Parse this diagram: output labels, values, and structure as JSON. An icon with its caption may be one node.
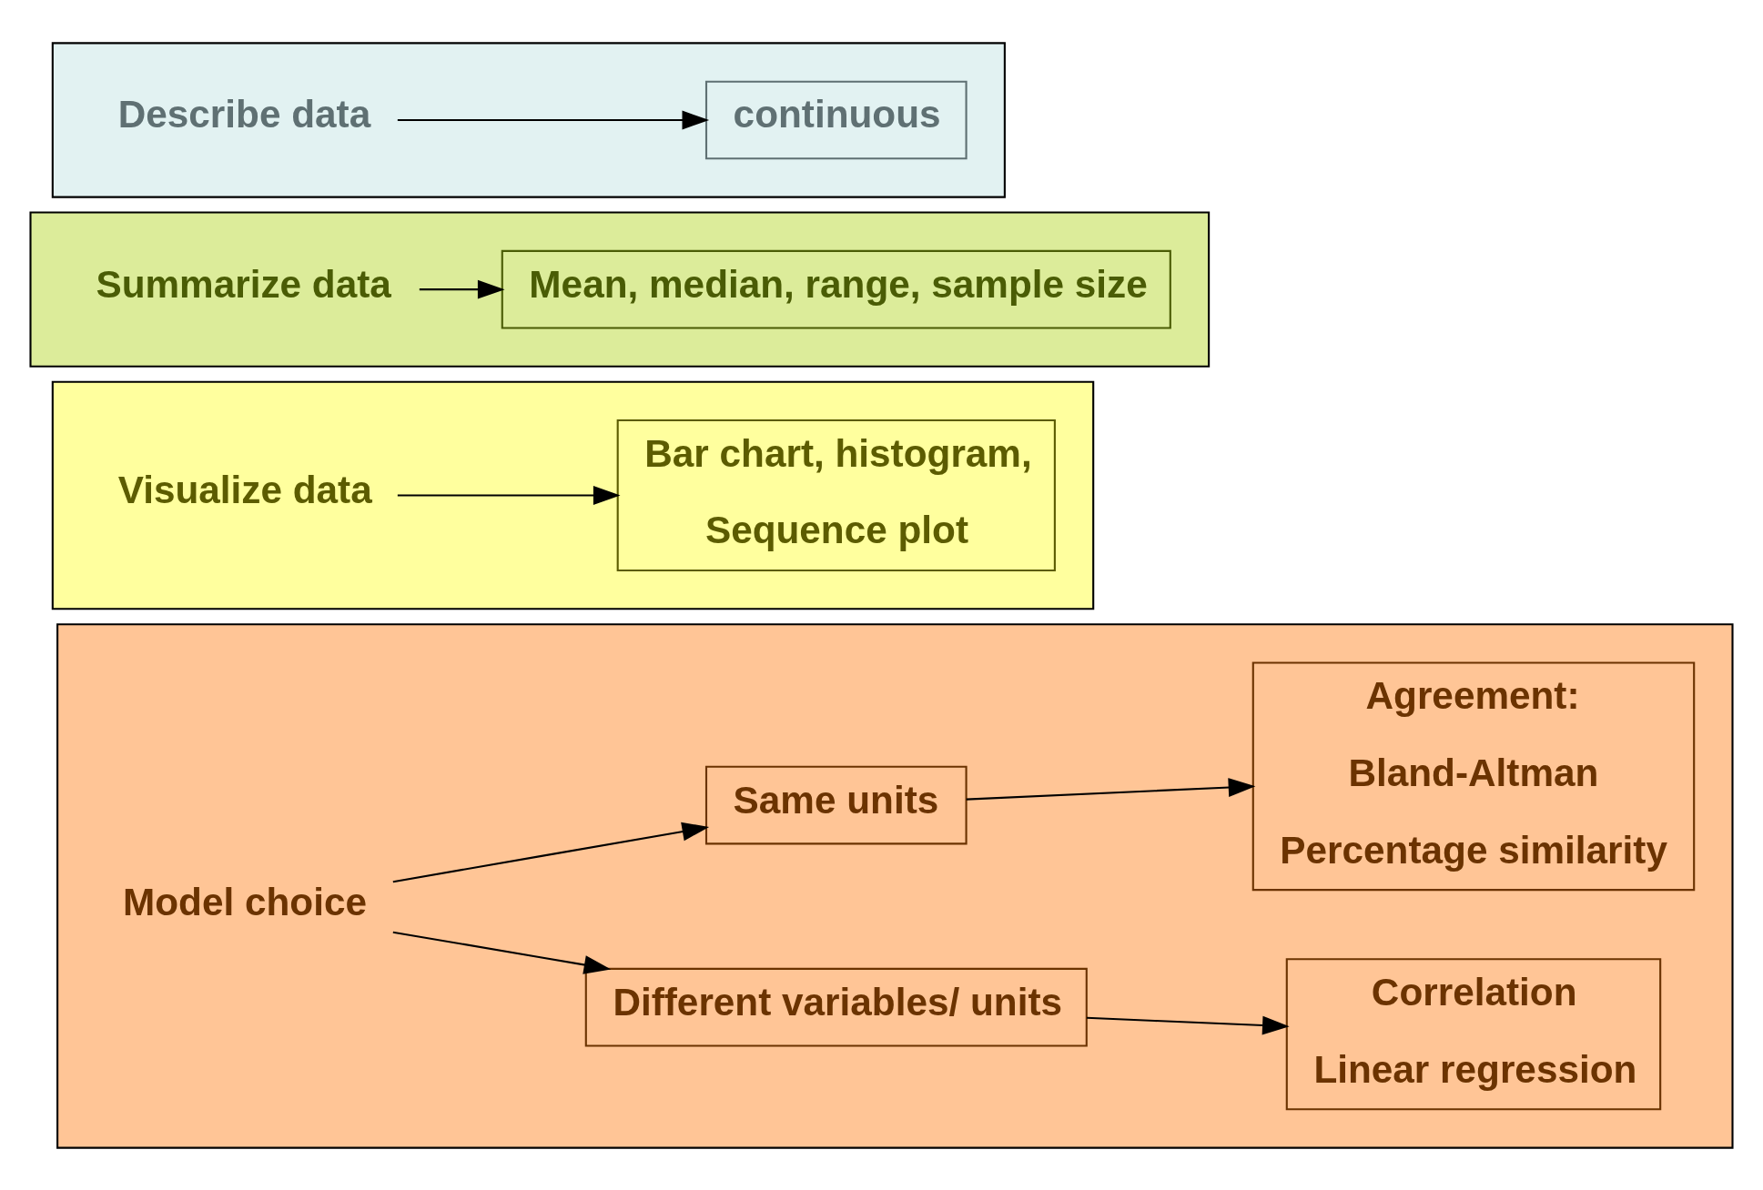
{
  "diagram": {
    "nodes": [
      {
        "text": [],
        "shape": "box"
      },
      {
        "text": [
          "Describe data"
        ],
        "in": 0
      },
      {
        "text": [
          "continuous"
        ],
        "in": 0
      },
      {
        "text": [],
        "shape": "box"
      },
      {
        "text": [
          "Summarize data"
        ],
        "in": 3
      },
      {
        "text": [
          "Mean, median, range, sample size"
        ],
        "in": 3
      },
      {
        "text": [],
        "shape": "box"
      },
      {
        "text": [
          "Visualize data"
        ],
        "in": 6
      },
      {
        "text": [
          "Bar chart, histogram,",
          "Sequence plot"
        ],
        "in": 6
      },
      {
        "text": [],
        "shape": "box"
      },
      {
        "text": [
          "Model choice"
        ],
        "in": 9
      },
      {
        "text": [
          "Different variables/ units"
        ],
        "in": 9
      },
      {
        "text": [
          "Correlation",
          "Linear regression"
        ],
        "in": 9
      },
      {
        "text": [
          "Same units"
        ],
        "in": 9
      },
      {
        "text": [
          "Agreement:",
          "Bland-Altman",
          "Percentage similarity"
        ],
        "in": 9
      }
    ],
    "edges": [
      {
        "from": 1,
        "to": 2,
        "arrow": "to"
      },
      {
        "from": 4,
        "to": 5,
        "arrow": "to"
      },
      {
        "from": 7,
        "to": 8,
        "arrow": "to"
      },
      {
        "from": 10,
        "to": 11,
        "arrow": "to"
      },
      {
        "from": 10,
        "to": 13,
        "arrow": "to"
      },
      {
        "from": 11,
        "to": 12,
        "arrow": "to"
      },
      {
        "from": 13,
        "to": 14,
        "arrow": "to"
      }
    ]
  }
}
